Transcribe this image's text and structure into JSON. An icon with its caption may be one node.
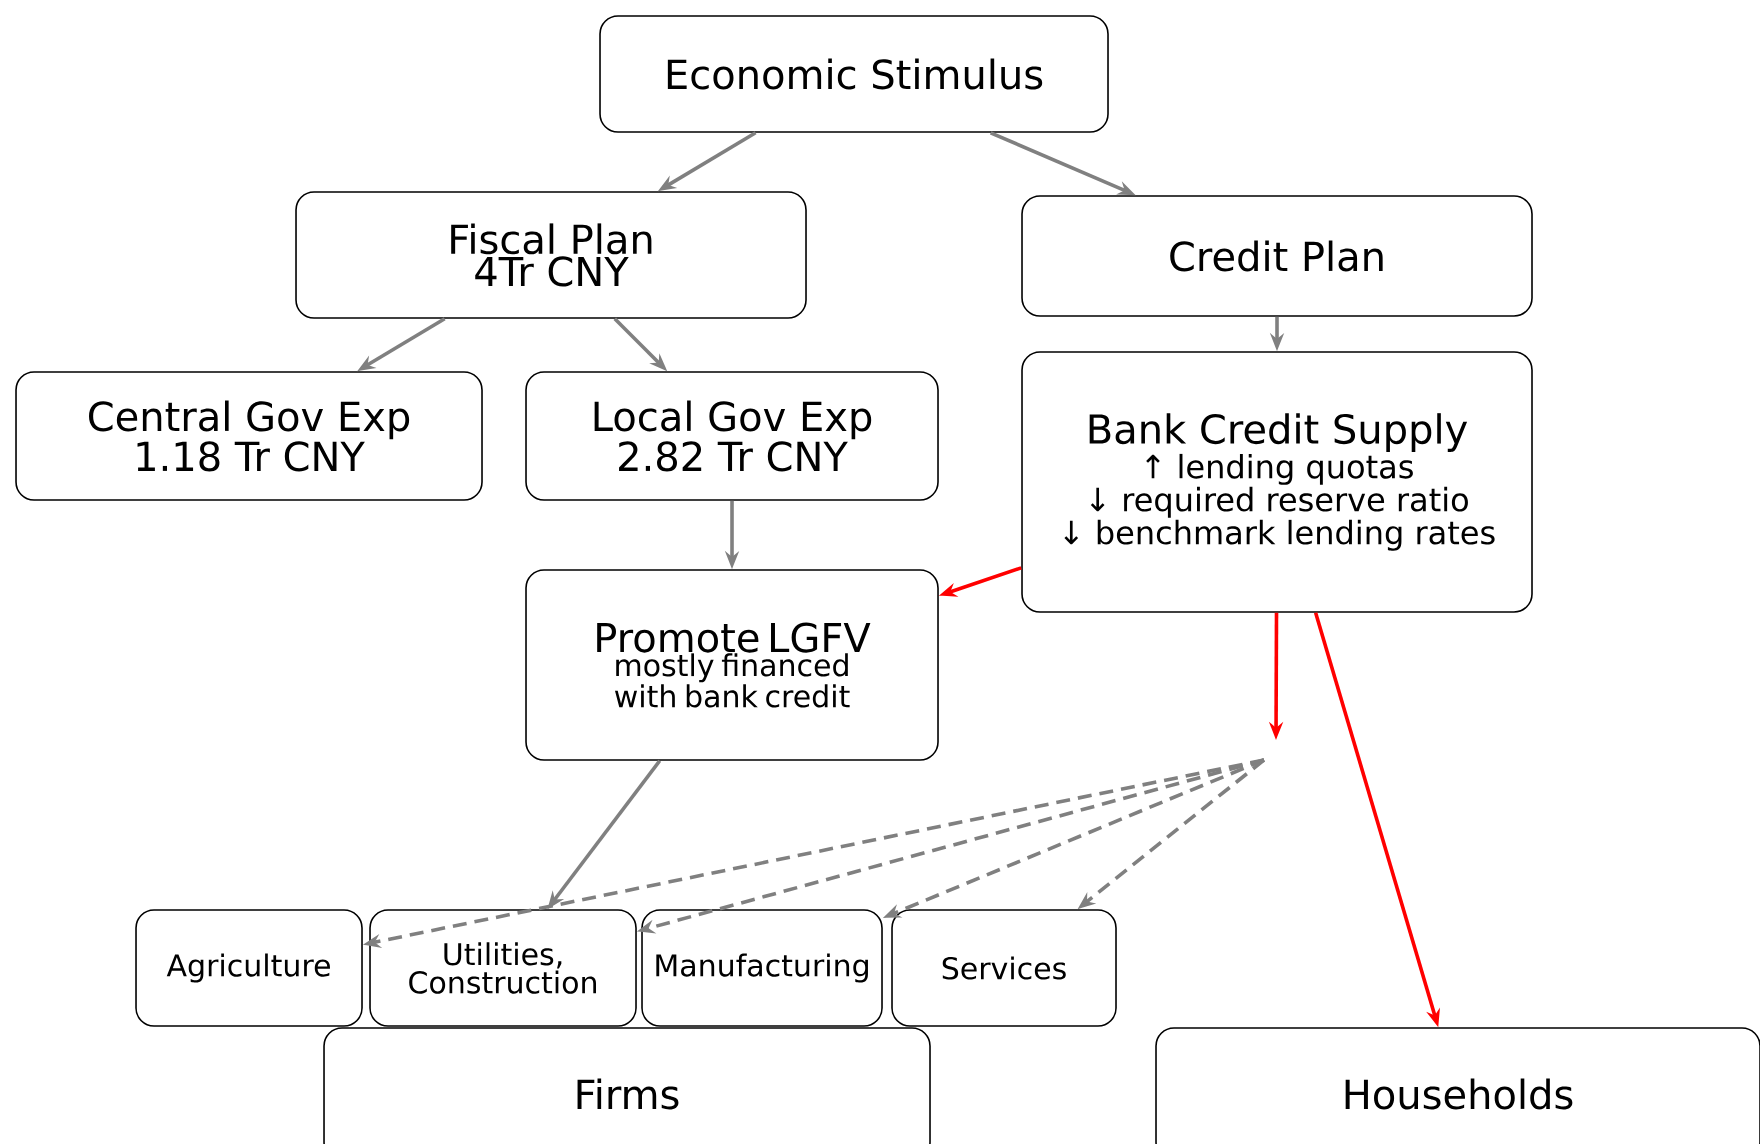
{
  "diagram": {
    "nodes": [
      {
        "text": [
          "Economic Stimulus"
        ]
      },
      {
        "text": [
          "Fiscal Plan",
          "4Tr CNY"
        ]
      },
      {
        "text": [
          "Credit Plan"
        ]
      },
      {
        "text": [
          "Central Gov Exp",
          "1.18 Tr CNY"
        ]
      },
      {
        "text": [
          "Local Gov Exp",
          "2.82 Tr CNY"
        ]
      },
      {
        "text": [
          "Bank Credit Supply",
          "↑ lending quotas",
          "↓ required reserve ratio",
          "↓ benchmark lending rates"
        ]
      },
      {
        "text": [
          "Promote LGFV",
          "mostly financed with bank credit"
        ]
      },
      {
        "text": [
          "Agriculture"
        ]
      },
      {
        "text": [
          "Utilities, Construction"
        ]
      },
      {
        "text": [
          "Manufacturing"
        ]
      },
      {
        "text": [
          "Services"
        ]
      },
      {
        "text": [
          "Firms"
        ]
      },
      {
        "text": [
          "Households"
        ]
      }
    ],
    "edges": [
      {
        "from": 0,
        "to": 1,
        "arrow": "to"
      },
      {
        "from": 0,
        "to": 2,
        "arrow": "to"
      },
      {
        "from": 1,
        "to": 3,
        "arrow": "to"
      },
      {
        "from": 1,
        "to": 4,
        "arrow": "to"
      },
      {
        "from": 2,
        "to": 5,
        "arrow": "to"
      },
      {
        "from": 4,
        "to": 6,
        "arrow": "to"
      },
      {
        "from": 5,
        "to": 6,
        "arrow": "to",
        "color": "#ff0000"
      },
      {
        "from": 5,
        "to": null,
        "arrow": "to",
        "color": "#ff0000"
      },
      {
        "from": 5,
        "to": 12,
        "arrow": "to",
        "color": "#ff0000"
      },
      {
        "from": 6,
        "to": 8,
        "arrow": "to"
      },
      {
        "from": null,
        "to": 7,
        "arrow": "to",
        "style": "dashed"
      },
      {
        "from": null,
        "to": 8,
        "arrow": "to",
        "style": "dashed"
      },
      {
        "from": null,
        "to": 9,
        "arrow": "to",
        "style": "dashed"
      },
      {
        "from": null,
        "to": 10,
        "arrow": "to",
        "style": "dashed"
      }
    ]
  }
}
